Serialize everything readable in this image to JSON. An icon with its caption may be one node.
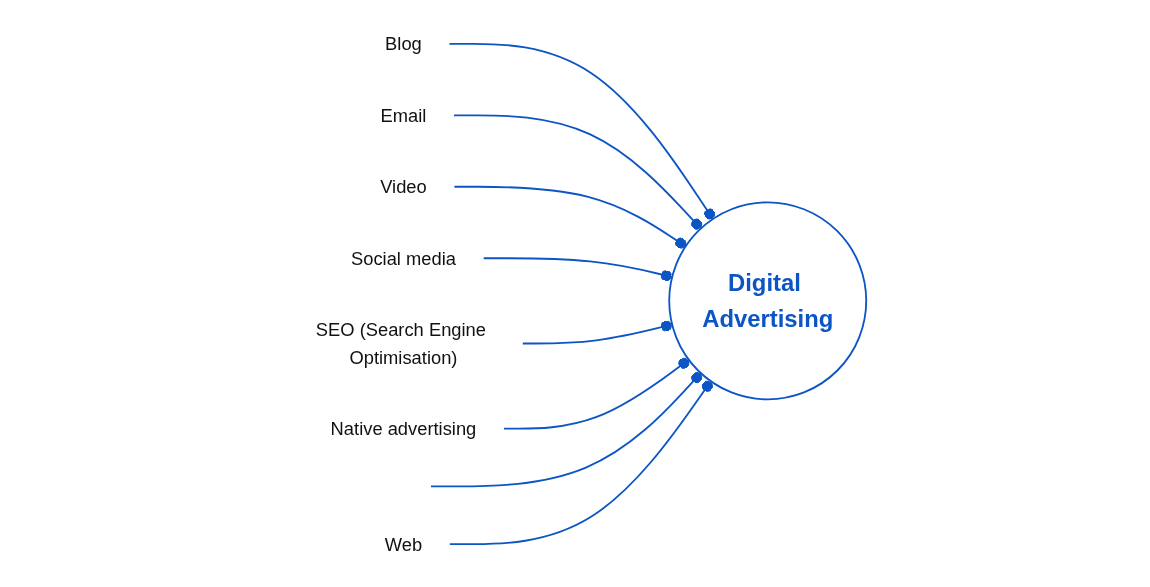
{
  "diagram": {
    "nodes": [
      {
        "text": [
          "Digital Advertising"
        ]
      },
      {
        "text": [
          "Blog"
        ]
      },
      {
        "text": [
          "Email"
        ]
      },
      {
        "text": [
          "Video"
        ]
      },
      {
        "text": [
          "Social media"
        ]
      },
      {
        "text": [
          "SEO (Search Engine Optimisation)"
        ]
      },
      {
        "text": [
          "Native advertising"
        ]
      },
      {
        "text": [
          "Web"
        ]
      }
    ],
    "edges": [
      {
        "from": 1,
        "to": 0,
        "arrow": "other"
      },
      {
        "from": 2,
        "to": 0,
        "arrow": "other"
      },
      {
        "from": 3,
        "to": 0,
        "arrow": "other"
      },
      {
        "from": 4,
        "to": 0,
        "arrow": "other"
      },
      {
        "from": 5,
        "to": 0,
        "arrow": "other"
      },
      {
        "from": 6,
        "to": 0,
        "arrow": "other"
      },
      {
        "from": null,
        "to": 0,
        "arrow": "other"
      },
      {
        "from": 7,
        "to": 0,
        "arrow": "other"
      }
    ]
  }
}
